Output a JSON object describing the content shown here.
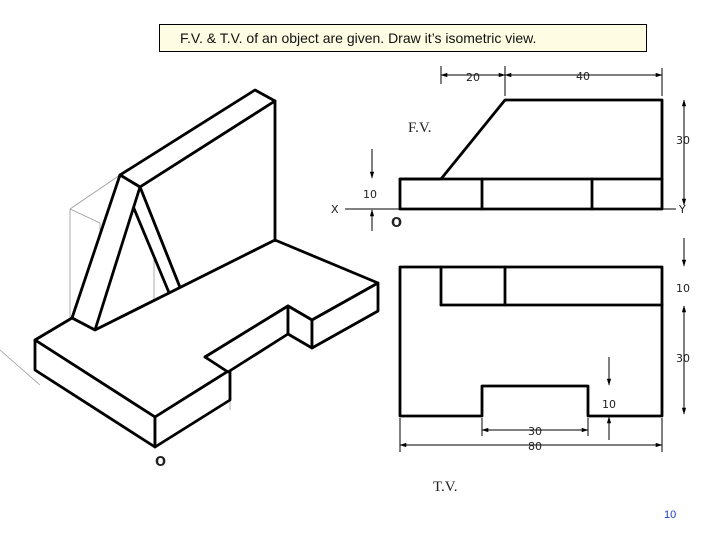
{
  "title": "F.V. & T.V. of  an object are given. Draw it’s isometric view.",
  "front_view": {
    "label": "F.V.",
    "dims": {
      "top_left": "20",
      "top_right": "40",
      "height": "30",
      "base": "10"
    }
  },
  "reference_line": {
    "x_label": "X",
    "y_label": "Y",
    "origin_label": "O"
  },
  "top_view": {
    "label": "T.V.",
    "dims": {
      "top_depth": "10",
      "right_depth": "30",
      "slot_depth": "10",
      "slot_width": "30",
      "total_width": "80"
    }
  },
  "isometric": {
    "origin_label": "O"
  },
  "page_number": "10",
  "colors": {
    "title_bg": "#fefce2",
    "page_number": "#1a3fbf",
    "construction": "#9a9a9a"
  }
}
